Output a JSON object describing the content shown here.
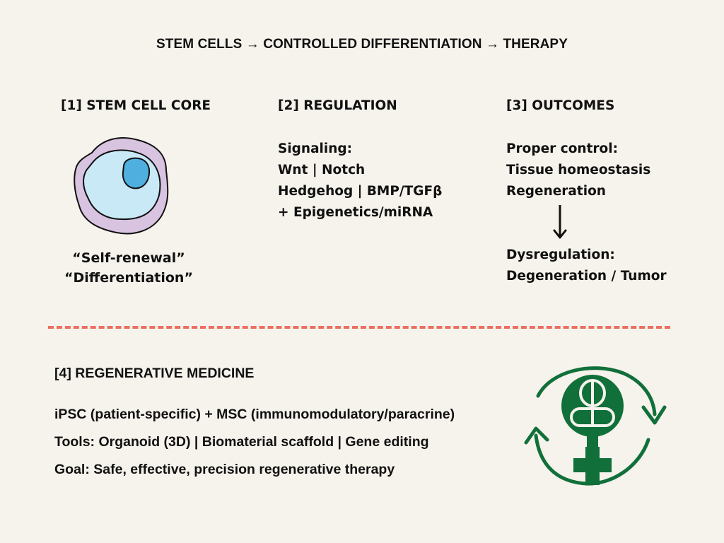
{
  "title": "STEM CELLS → CONTROLLED DIFFERENTIATION → THERAPY",
  "sections": {
    "core": {
      "heading": "[1] STEM CELL CORE",
      "icon": "stem-cell-icon",
      "captions": [
        "“Self-renewal”",
        "“Differentiation”"
      ]
    },
    "regulation": {
      "heading": "[2] REGULATION",
      "lines": [
        "Signaling:",
        "Wnt | Notch",
        "Hedgehog | BMP/TGFβ",
        "+ Epigenetics/miRNA"
      ]
    },
    "outcomes": {
      "heading": "[3] OUTCOMES",
      "proper_lines": [
        "Proper control:",
        "Tissue homeostasis",
        "Regeneration"
      ],
      "arrow_icon": "arrow-down-icon",
      "dysregulation_lines": [
        "Dysregulation:",
        "Degeneration / Tumor"
      ]
    },
    "regenerative": {
      "heading": "[4] REGENERATIVE MEDICINE",
      "lines": [
        "iPSC (patient-specific) + MSC (immunomodulatory/paracrine)",
        "Tools: Organoid (3D) | Biomaterial scaffold | Gene editing",
        "Goal: Safe, effective, precision regenerative therapy"
      ],
      "icon": "regenerative-medicine-cycle-icon"
    }
  },
  "colors": {
    "background": "#f6f2ec",
    "text": "#111111",
    "divider": "#ec6f61",
    "cell_membrane": "#d8c3e0",
    "cell_cytoplasm": "#c9e9f7",
    "cell_nucleus": "#4fb0e0",
    "icon_green": "#11703a"
  }
}
